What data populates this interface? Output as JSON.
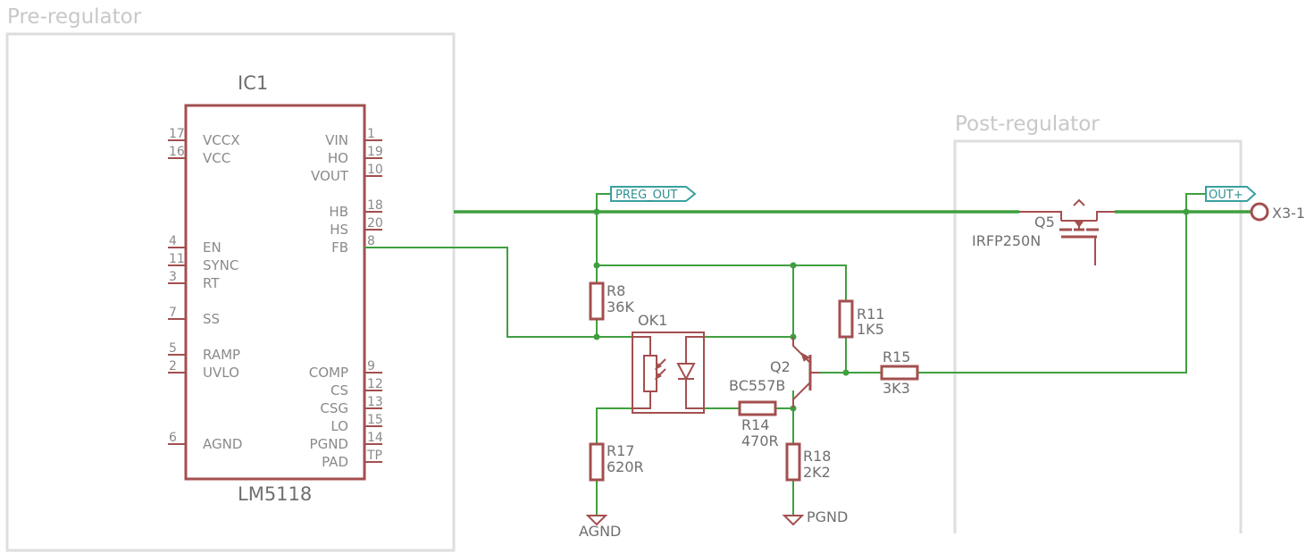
{
  "frames": {
    "pre_regulator": "Pre-regulator",
    "post_regulator": "Post-regulator"
  },
  "ic1": {
    "ref": "IC1",
    "part": "LM5118",
    "left_pins": [
      {
        "num": "17",
        "name": "VCCX"
      },
      {
        "num": "16",
        "name": "VCC"
      },
      {
        "num": "4",
        "name": "EN"
      },
      {
        "num": "11",
        "name": "SYNC"
      },
      {
        "num": "3",
        "name": "RT"
      },
      {
        "num": "7",
        "name": "SS"
      },
      {
        "num": "5",
        "name": "RAMP"
      },
      {
        "num": "2",
        "name": "UVLO"
      },
      {
        "num": "6",
        "name": "AGND"
      }
    ],
    "right_pins": [
      {
        "num": "1",
        "name": "VIN"
      },
      {
        "num": "19",
        "name": "HO"
      },
      {
        "num": "10",
        "name": "VOUT"
      },
      {
        "num": "18",
        "name": "HB"
      },
      {
        "num": "20",
        "name": "HS"
      },
      {
        "num": "8",
        "name": "FB"
      },
      {
        "num": "9",
        "name": "COMP"
      },
      {
        "num": "12",
        "name": "CS"
      },
      {
        "num": "13",
        "name": "CSG"
      },
      {
        "num": "15",
        "name": "LO"
      },
      {
        "num": "14",
        "name": "PGND"
      },
      {
        "num": "TP",
        "name": "PAD"
      }
    ]
  },
  "components": {
    "r8": {
      "ref": "R8",
      "value": "36K"
    },
    "r11": {
      "ref": "R11",
      "value": "1K5"
    },
    "r14": {
      "ref": "R14",
      "value": "470R"
    },
    "r15": {
      "ref": "R15",
      "value": "3K3"
    },
    "r17": {
      "ref": "R17",
      "value": "620R"
    },
    "r18": {
      "ref": "R18",
      "value": "2K2"
    },
    "ok1": {
      "ref": "OK1"
    },
    "q2": {
      "ref": "Q2",
      "value": "BC557B"
    },
    "q5": {
      "ref": "Q5",
      "value": "IRFP250N"
    }
  },
  "net_labels": {
    "preg_out": "PREG_OUT",
    "out_plus": "OUT+"
  },
  "supplies": {
    "agnd": "AGND",
    "pgnd": "PGND"
  },
  "connector": {
    "x3_1": "X3-1"
  },
  "colors": {
    "component": "#a34f4f",
    "wire": "#3f9f3f",
    "net_label": "#3aa0a0",
    "frame": "#dedede",
    "text": "#6f6f6f"
  }
}
